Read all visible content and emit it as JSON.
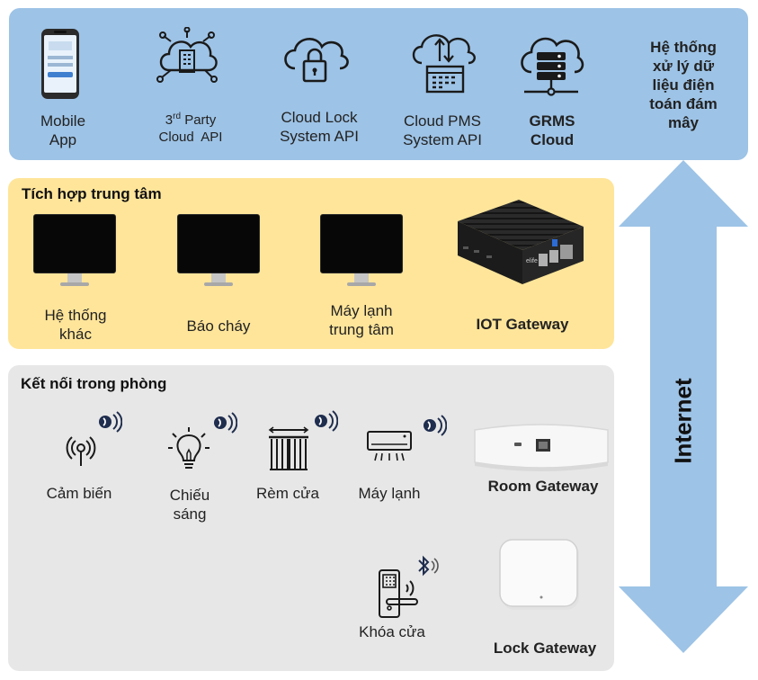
{
  "cloud": {
    "mobile_app": "Mobile\nApp",
    "third_party_prefix": "3",
    "third_party_sup": "rd",
    "third_party_rest": " Party",
    "third_party_line2": "Cloud  API",
    "cloud_lock": "Cloud Lock\nSystem API",
    "cloud_pms": "Cloud PMS\nSystem API",
    "grms": "GRMS\nCloud",
    "title": "Hệ thống\nxử lý dữ\nliệu điện\ntoán đám\nmây"
  },
  "central": {
    "title": "Tích hợp trung tâm",
    "items": [
      "Hệ thống\nkhác",
      "Báo cháy",
      "Máy lạnh\ntrung tâm",
      "IOT Gateway"
    ]
  },
  "room": {
    "title": "Kết nối trong phòng",
    "items": [
      "Cảm biến",
      "Chiếu\nsáng",
      "Rèm cửa",
      "Máy lạnh"
    ],
    "room_gateway": "Room Gateway",
    "lock": "Khóa cửa",
    "lock_gateway": "Lock Gateway"
  },
  "arrow": {
    "label": "Internet",
    "color": "#9dc3e6"
  },
  "colors": {
    "cloud_bg": "#9dc3e6",
    "central_bg": "#ffe59a",
    "room_bg": "#e7e7e7",
    "icon_navy": "#1f2d4e"
  }
}
